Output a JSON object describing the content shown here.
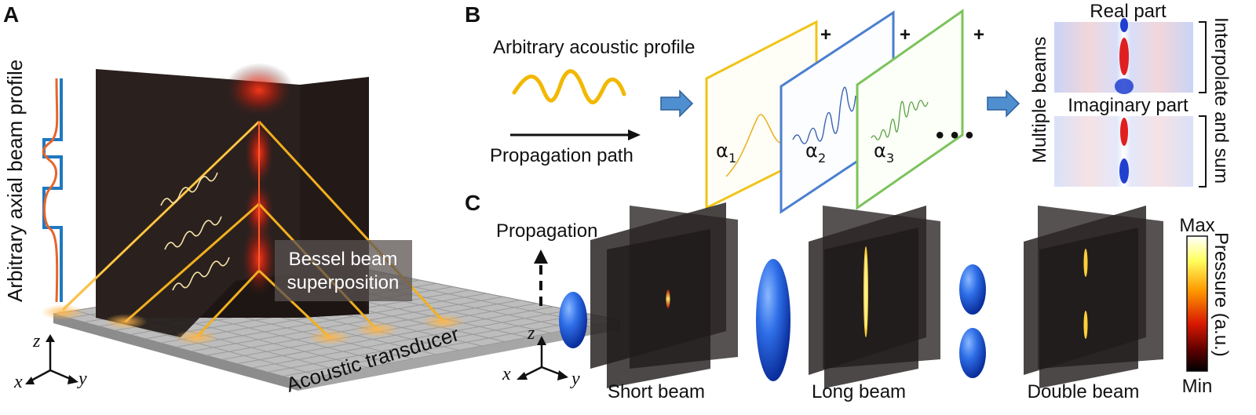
{
  "panel_a": {
    "letter": "A",
    "axial_profile_label": "Arbitrary axial beam profile",
    "superposition_label_line1": "Bessel beam",
    "superposition_label_line2": "superposition",
    "transducer_label": "Acoustic transducer",
    "axes": {
      "z": "z",
      "x": "x",
      "y": "y"
    },
    "colors": {
      "profile_blue": "#1f78c1",
      "profile_orange": "#e8642a",
      "beam_gold": "#f2b01e",
      "volume_dark": "#2a201e"
    }
  },
  "panel_b": {
    "letter": "B",
    "profile_label": "Arbitrary acoustic profile",
    "path_label": "Propagation path",
    "plus": "+",
    "frames": [
      {
        "symbol": "α",
        "subscript": "1",
        "color": "#f0c419"
      },
      {
        "symbol": "α",
        "subscript": "2",
        "color": "#4a7fd0"
      },
      {
        "symbol": "α",
        "subscript": "3",
        "color": "#7cc35a"
      }
    ],
    "ellipsis": "• • •",
    "multiple_beams_label": "Multiple beams",
    "real_part_label": "Real part",
    "imaginary_part_label": "Imaginary part",
    "interpolate_label": "Interpolate and sum"
  },
  "panel_c": {
    "letter": "C",
    "propagation_label": "Propagation",
    "axes": {
      "z": "z",
      "x": "x",
      "y": "y"
    },
    "beams": [
      {
        "label": "Short beam"
      },
      {
        "label": "Long beam"
      },
      {
        "label": "Double beam"
      }
    ],
    "colorbar": {
      "max": "Max",
      "min": "Min",
      "label": "Pressure (a.u.)"
    }
  }
}
